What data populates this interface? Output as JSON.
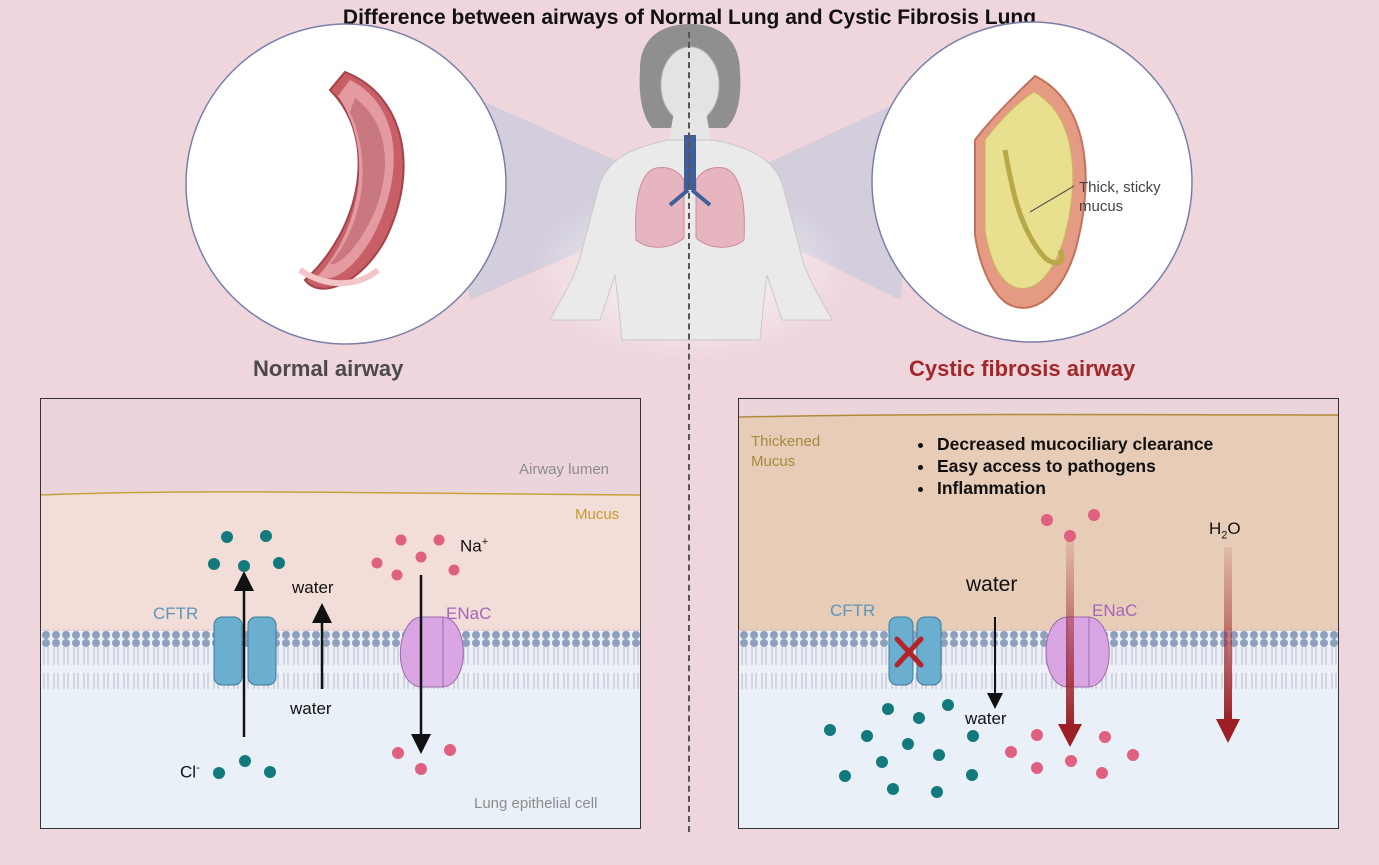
{
  "title": "Difference between airways of Normal Lung and Cystic Fibrosis Lung",
  "labels": {
    "normal_airway": "Normal airway",
    "cf_airway": "Cystic fibrosis airway",
    "thick_mucus_callout": [
      "Thick, sticky",
      "mucus"
    ]
  },
  "normal_panel": {
    "airway_lumen": "Airway lumen",
    "mucus": "Mucus",
    "cftr": "CFTR",
    "enac": "ENaC",
    "na_ion": "Na",
    "na_charge": "+",
    "cl_ion": "Cl",
    "cl_charge": "-",
    "water_top": "water",
    "water_bottom": "water",
    "cell": "Lung epithelial cell"
  },
  "cf_panel": {
    "thickened_mucus": [
      "Thickened",
      "Mucus"
    ],
    "bullets": [
      "Decreased mucociliary clearance",
      "Easy access to pathogens",
      "Inflammation"
    ],
    "cftr": "CFTR",
    "enac": "ENaC",
    "h2o_h": "H",
    "h2o_sub": "2",
    "h2o_o": "O",
    "water_top": "water",
    "water_bottom": "water"
  },
  "colors": {
    "background": "#eed6dc",
    "cl_ion": "#127a7c",
    "na_ion": "#e0607f",
    "cftr_channel": "#6aaed0",
    "enac_channel": "#d9a6e3",
    "cf_arrow": "#9b1f24",
    "cf_title": "#a3262b",
    "mucus_line": "#c7a23b"
  }
}
